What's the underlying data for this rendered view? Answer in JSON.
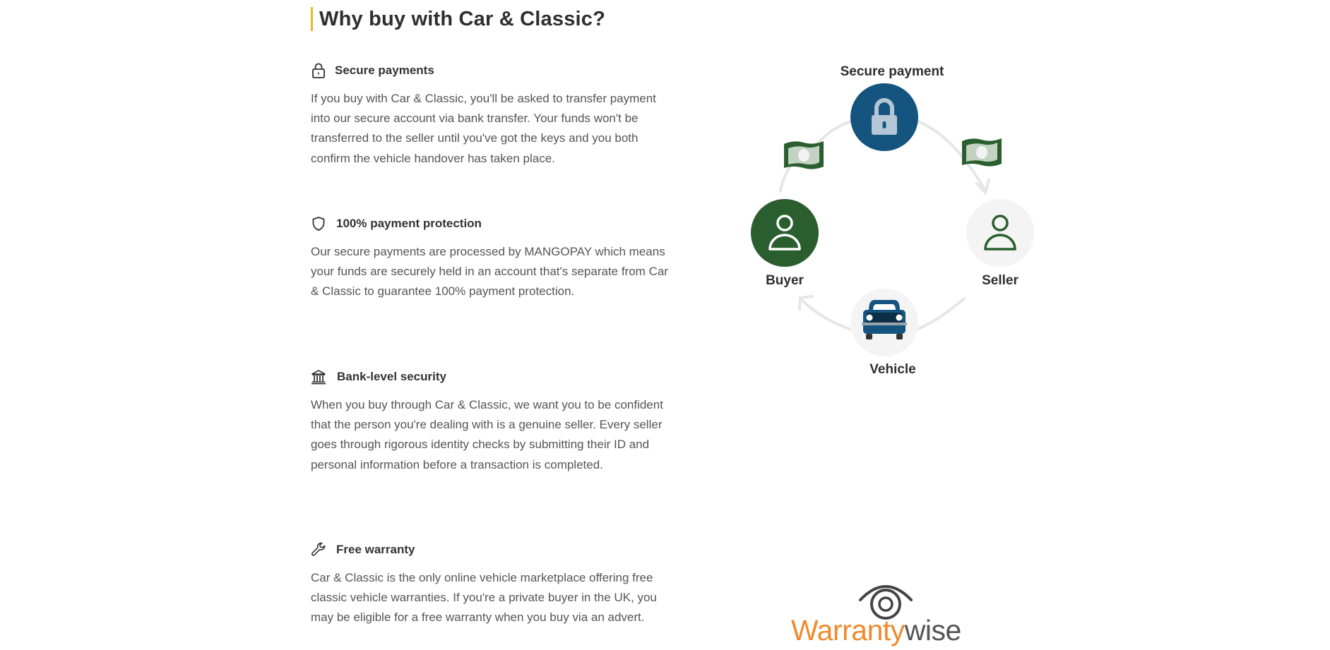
{
  "section": {
    "heading": "Why buy with Car & Classic?",
    "accent_color": "#e8b72e"
  },
  "features": [
    {
      "icon": "padlock-icon",
      "title": "Secure payments",
      "body": "If you buy with Car & Classic, you'll be asked to transfer payment into our secure account via bank transfer. Your funds won't be transferred to the seller until you've got the keys and you both confirm the vehicle handover has taken place."
    },
    {
      "icon": "shield-icon",
      "title": "100% payment protection",
      "body": "Our secure payments are processed by MANGOPAY which means your funds are securely held in an account that's separate from Car & Classic to guarantee 100% payment protection."
    },
    {
      "icon": "bank-icon",
      "title": "Bank-level security",
      "body": "When you buy through Car & Classic, we want you to be confident that the person you're dealing with is a genuine seller. Every seller goes through rigorous identity checks by submitting their ID and personal information before a transaction is completed."
    },
    {
      "icon": "wrench-icon",
      "title": "Free warranty",
      "body": "Car & Classic is the only online vehicle marketplace offering free classic vehicle warranties. If you're a private buyer in the UK, you may be eligible for a free warranty when you buy via an advert."
    }
  ],
  "diagram": {
    "secure_payment_label": "Secure payment",
    "buyer_label": "Buyer",
    "seller_label": "Seller",
    "vehicle_label": "Vehicle",
    "colors": {
      "lock_circle": "#14547f",
      "buyer_circle": "#2b5e2e",
      "light_circle": "#f4f4f4",
      "money": "#2b5e2e",
      "arrow": "#e6e6e6",
      "car": "#14547f"
    }
  },
  "warranty_logo": {
    "part1": "Warranty",
    "part2": "wise"
  }
}
